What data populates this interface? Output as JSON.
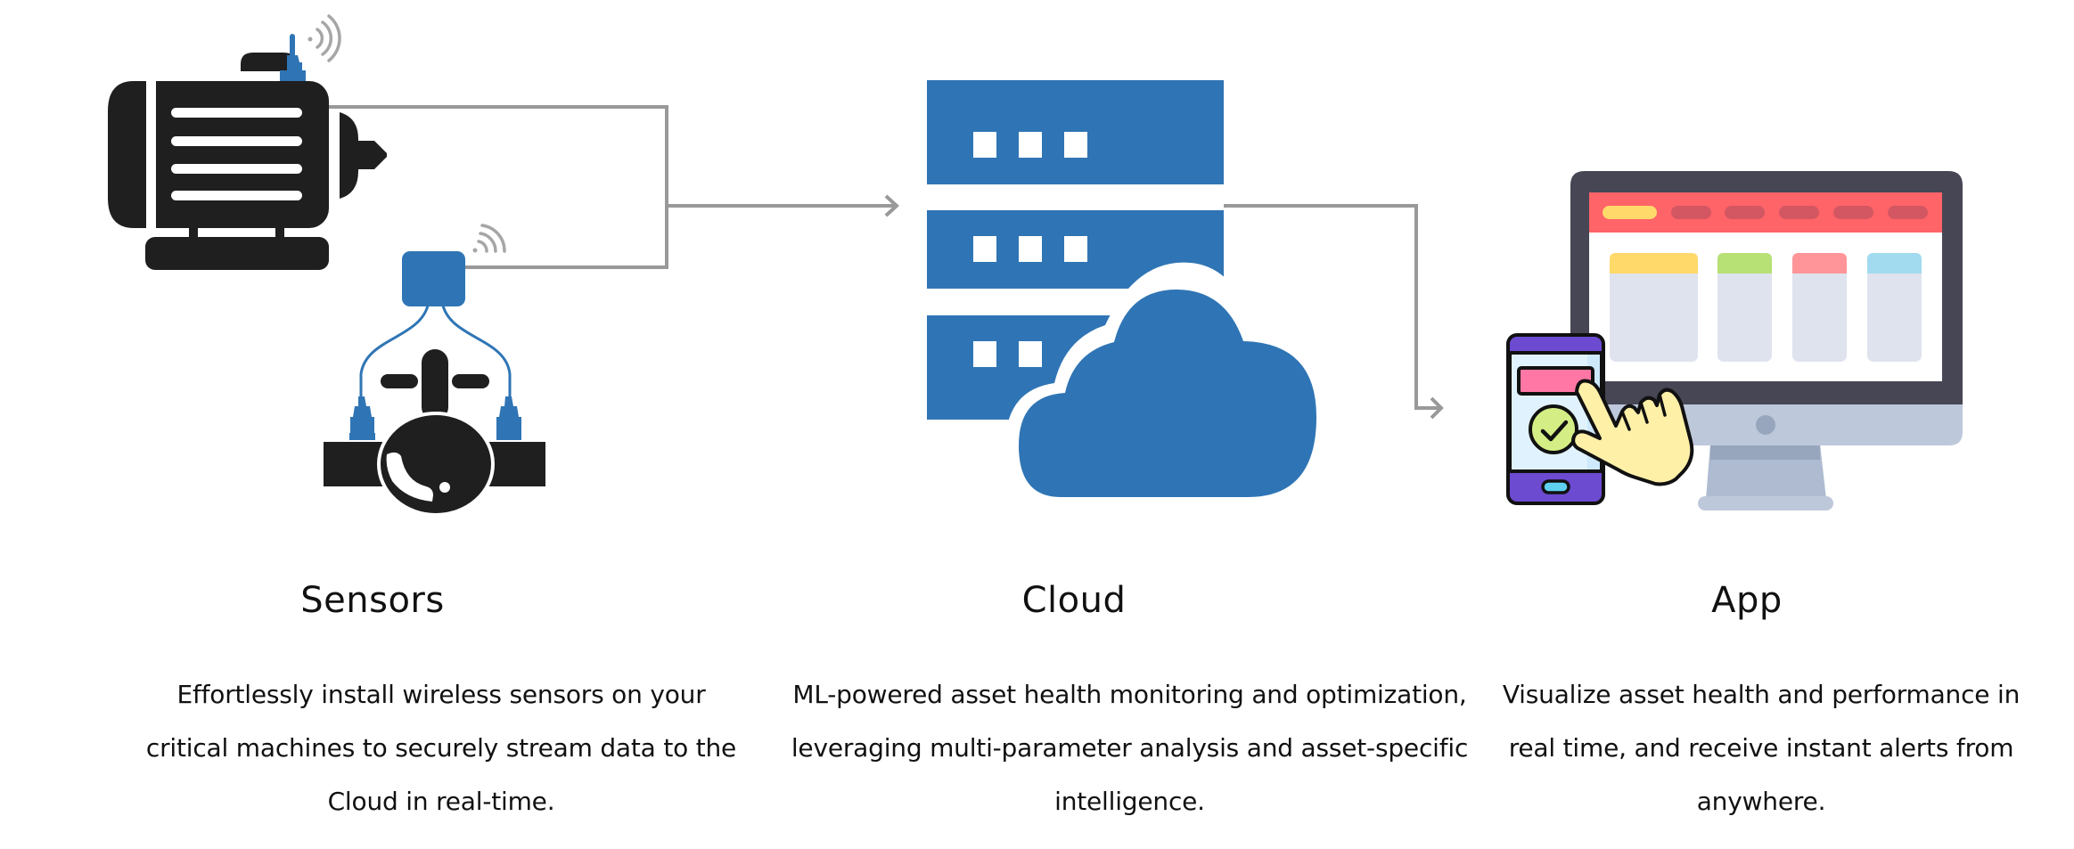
{
  "colors": {
    "background": "#ffffff",
    "text": "#111111",
    "icon_dark": "#1f1f1f",
    "brand_blue": "#2f75b5",
    "connector_gray": "#999999",
    "monitor_frame": "#474655",
    "monitor_header": "#ff6468",
    "monitor_pill_active": "#ffd96a",
    "monitor_pill_inactive": "#d35762",
    "monitor_card_body": "#dfe3ee",
    "card_yellow": "#ffd96a",
    "card_green": "#b7e075",
    "card_pink": "#ff9598",
    "card_blue": "#a2dbef",
    "monitor_chin": "#bec8db",
    "monitor_stand": "#aebbd1",
    "phone_purple": "#6c4bd1",
    "phone_screen": "#e0f2fd",
    "phone_pink": "#ff77a5",
    "check_green": "#d4ee85",
    "hand_yellow": "#fff0a8"
  },
  "icons": {
    "sensors": [
      "electric-motor-icon",
      "wireless-signal-icon",
      "vibration-sensor-icon",
      "valve-icon",
      "sensor-hub-icon"
    ],
    "cloud": [
      "server-rack-icon",
      "cloud-icon"
    ],
    "app": [
      "desktop-monitor-icon",
      "smartphone-icon",
      "pointing-hand-icon",
      "checkmark-icon"
    ]
  },
  "sections": {
    "sensors": {
      "title": "Sensors",
      "description": "Effortlessly install wireless sensors on your critical machines to securely stream data to the Cloud in real-time."
    },
    "cloud": {
      "title": "Cloud",
      "description": "ML-powered asset health monitoring and optimization, leveraging multi-parameter analysis and asset-specific intelligence."
    },
    "app": {
      "title": "App",
      "description": "Visualize asset health and performance in real time, and receive instant alerts from anywhere."
    }
  },
  "flow": [
    {
      "from": "sensors",
      "to": "cloud"
    },
    {
      "from": "cloud",
      "to": "app"
    }
  ]
}
